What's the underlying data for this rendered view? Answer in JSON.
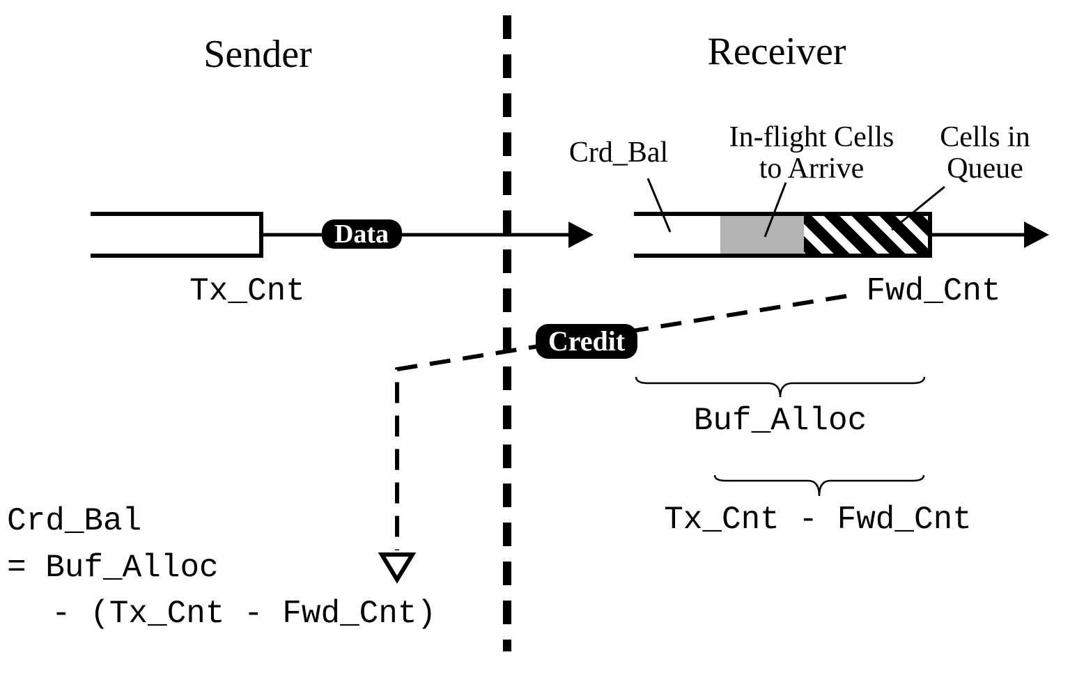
{
  "headings": {
    "sender": "Sender",
    "receiver": "Receiver"
  },
  "labels": {
    "crd_bal": "Crd_Bal",
    "inflight_line1": "In-flight Cells",
    "inflight_line2": "to Arrive",
    "cells_queue_line1": "Cells in",
    "cells_queue_line2": "Queue",
    "tx_cnt": "Tx_Cnt",
    "fwd_cnt": "Fwd_Cnt",
    "buf_alloc": "Buf_Alloc",
    "diff": "Tx_Cnt - Fwd_Cnt"
  },
  "pills": {
    "data": "Data",
    "credit": "Credit"
  },
  "formula": {
    "line1": "Crd_Bal",
    "line2": "= Buf_Alloc",
    "line3": "- (Tx_Cnt - Fwd_Cnt)"
  },
  "colors": {
    "ink": "#000000",
    "inflight_fill": "#b3b3b3",
    "background": "#ffffff"
  }
}
